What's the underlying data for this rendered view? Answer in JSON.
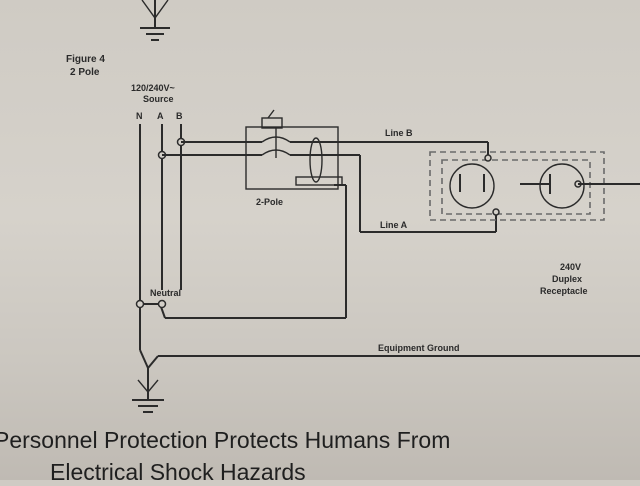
{
  "figure": {
    "number_label": "Figure 4",
    "subtitle": "2 Pole"
  },
  "source": {
    "label": "120/240V~",
    "sublabel": "Source",
    "terminals": [
      "N",
      "A",
      "B"
    ]
  },
  "breaker": {
    "label": "2-Pole"
  },
  "lines": {
    "line_b": "Line B",
    "line_a": "Line A",
    "neutral": "Neutral",
    "equipment_ground": "Equipment Ground"
  },
  "receptacle": {
    "line1": "240V",
    "line2": "Duplex",
    "line3": "Receptacle"
  },
  "heading": {
    "line1": "Personnel Protection Protects Humans From",
    "line2": "Electrical Shock Hazards"
  },
  "icons": [
    "ground-symbol-icon",
    "breaker-switch-icon",
    "current-sensor-icon",
    "outlet-icon"
  ]
}
